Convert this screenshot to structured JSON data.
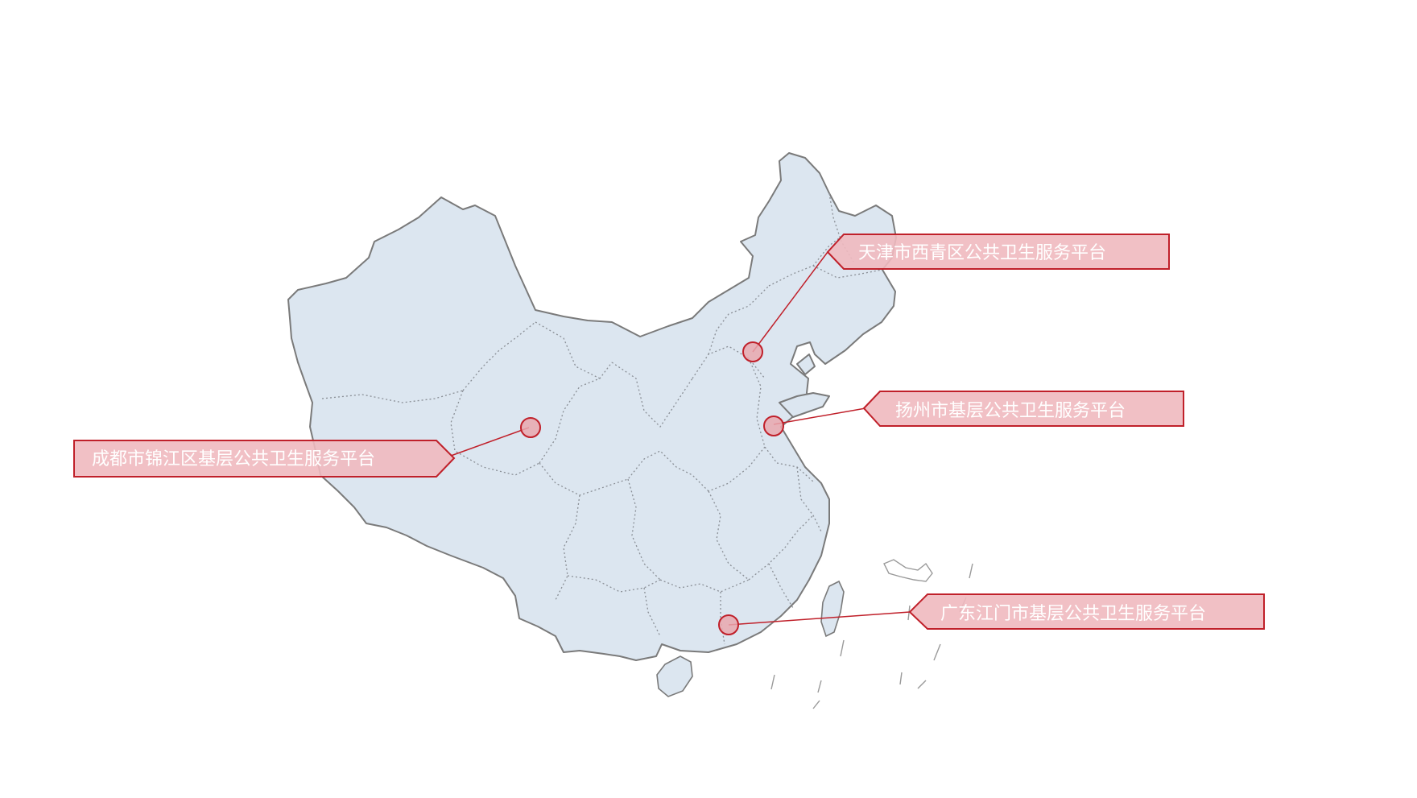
{
  "map": {
    "region": "China",
    "colors": {
      "land": "#dce6f0",
      "border": "#7a7a7a",
      "accent": "#c0202a",
      "label_fill": "#efb9bf",
      "label_text": "#ffffff"
    }
  },
  "locations": [
    {
      "id": "tianjin",
      "label": "天津市西青区公共卫生服务平台"
    },
    {
      "id": "yangzhou",
      "label": "扬州市基层公共卫生服务平台"
    },
    {
      "id": "chengdu",
      "label": "成都市锦江区基层公共卫生服务平台"
    },
    {
      "id": "jiangmen",
      "label": "广东江门市基层公共卫生服务平台"
    }
  ]
}
